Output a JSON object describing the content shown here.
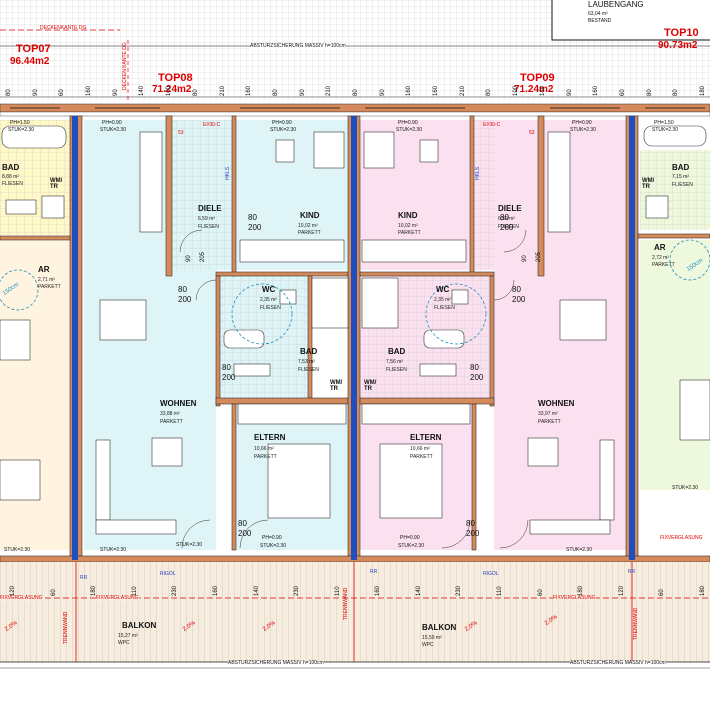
{
  "header": {
    "deckenkante": "DECKENKANTE DG",
    "laubengang": "LAUBENGANG",
    "laubengang_area": "63,04 m²",
    "laubengang_status": "BESTAND",
    "absturz_top": "ABSTURZSICHERUNG MASSIV h=100cm",
    "absturz_bottom_left": "ABSTURZSICHERUNG MASSIV h=100cm",
    "absturz_bottom_right": "ABSTURZSICHERUNG MASSIV h=100cm",
    "decken_vertical": "DECKEN KANTE DG"
  },
  "units": {
    "top07": {
      "name": "TOP07",
      "area": "96.44m2"
    },
    "top08": {
      "name": "TOP08",
      "area": "71.24m2"
    },
    "top09": {
      "name": "TOP09",
      "area": "71.24m2"
    },
    "top10": {
      "name": "TOP10",
      "area": "90.73m2"
    }
  },
  "rooms": {
    "bad_left": {
      "name": "BAD",
      "area": "8,88 m²",
      "mat": "FLIESEN"
    },
    "wmtr_left": {
      "name": "WM/ TR"
    },
    "ar_left": {
      "name": "AR",
      "area": "2,71 m²",
      "mat": "PARKETT"
    },
    "diele_08": {
      "name": "DIELE",
      "area": "6,59 m²",
      "mat": "FLIESEN"
    },
    "kind_08": {
      "name": "KIND",
      "area": "10,02 m²",
      "mat": "PARKETT"
    },
    "wc_08": {
      "name": "WC",
      "area": "2,35 m²",
      "mat": "FLIESEN"
    },
    "bad_08": {
      "name": "BAD",
      "area": "7,53 m²",
      "mat": "FLIESEN"
    },
    "wmtr_08": {
      "name": "WM/ TR"
    },
    "wohnen_08": {
      "name": "WOHNEN",
      "area": "33,88 m²",
      "mat": "PARKETT"
    },
    "eltern_08": {
      "name": "ELTERN",
      "area": "10,66 m²",
      "mat": "PARKETT"
    },
    "kind_09": {
      "name": "KIND",
      "area": "10,02 m²",
      "mat": "PARKETT"
    },
    "diele_09": {
      "name": "DIELE",
      "area": "6,59 m²",
      "mat": "FLIESEN"
    },
    "wc_09": {
      "name": "WC",
      "area": "2,35 m²",
      "mat": "FLIESEN"
    },
    "bad_09": {
      "name": "BAD",
      "area": "7,56 m²",
      "mat": "FLIESEN"
    },
    "wmtr_09": {
      "name": "WM/ TR"
    },
    "wohnen_09": {
      "name": "WOHNEN",
      "area": "33,97 m²",
      "mat": "PARKETT"
    },
    "eltern_09": {
      "name": "ELTERN",
      "area": "10,66 m²",
      "mat": "PARKETT"
    },
    "bad_right": {
      "name": "BAD",
      "area": "7,15 m²",
      "mat": "FLIESEN"
    },
    "wmtr_right": {
      "name": "WM/ TR"
    },
    "ar_right": {
      "name": "AR",
      "area": "2,72 m²",
      "mat": "PARKETT"
    },
    "balkon_left": {
      "name": "BALKON",
      "area": "15,27 m²",
      "mat": "WPC"
    },
    "balkon_right": {
      "name": "BALKON",
      "area": "15,59 m²",
      "mat": "WPC"
    }
  },
  "annotations": {
    "ph150": "PH=1.50",
    "ph090": "PH=0.90",
    "stuk230": "STUK=2.30",
    "ei30": "EI²30-C",
    "hkls": "HKLS",
    "fixverglasung": "FIXVERGLASUNG",
    "rigol": "RIGOL",
    "rr": "RR",
    "trennwand": "TRENNWAND",
    "slope": "2,0%",
    "hole": "150cm",
    "d53": "53"
  },
  "dims": {
    "top": [
      "80",
      "90",
      "60",
      "160",
      "90",
      "140",
      "100",
      "80",
      "210",
      "160",
      "80",
      "90",
      "210",
      "80",
      "90",
      "160",
      "160",
      "210",
      "80",
      "100",
      "140",
      "90",
      "160",
      "60",
      "80",
      "80",
      "180"
    ],
    "door_80": "80",
    "door_200": "200",
    "door_90": "90",
    "door_205": "205",
    "bottom": [
      "120",
      "60",
      "180",
      "110",
      "230",
      "160",
      "140",
      "230",
      "110",
      "160",
      "140",
      "230",
      "110",
      "60",
      "180",
      "120",
      "60",
      "180"
    ]
  }
}
